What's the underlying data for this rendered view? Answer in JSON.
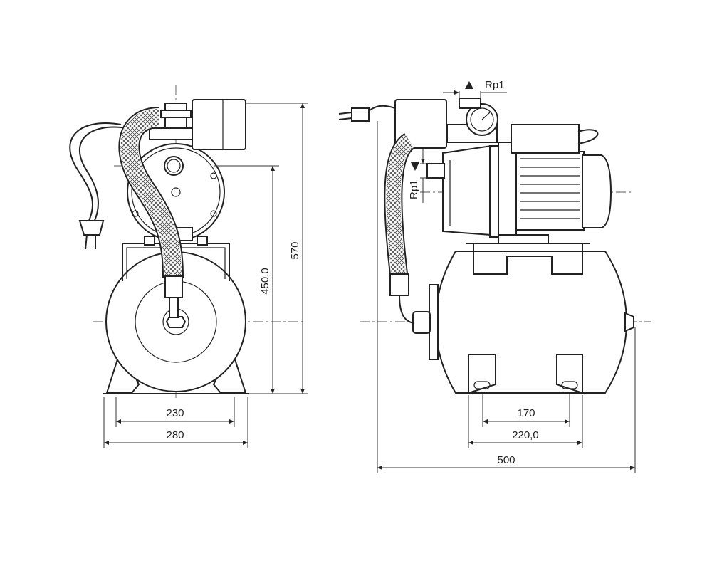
{
  "front_view": {
    "width_inner": "230",
    "width_outer": "280",
    "height_axis": "450,0",
    "height_total": "570"
  },
  "side_view": {
    "connection_top": "Rp1",
    "connection_side": "Rp1",
    "foot_spacing": "170",
    "tank_length": "220,0",
    "total_length": "500"
  }
}
